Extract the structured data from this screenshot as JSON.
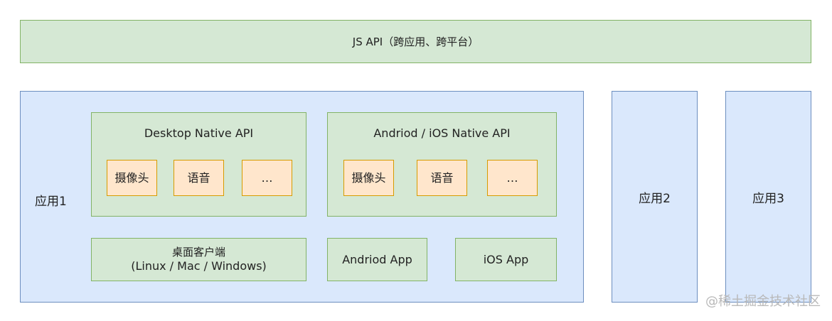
{
  "js_api": {
    "label": "JS API（跨应用、跨平台）"
  },
  "app1": {
    "label": "应用1",
    "desktop_api": {
      "title": "Desktop Native API",
      "items": [
        "摄像头",
        "语音",
        "…"
      ]
    },
    "mobile_api": {
      "title": "Andriod / iOS Native API",
      "items": [
        "摄像头",
        "语音",
        "…"
      ]
    },
    "desktop_client": {
      "line1": "桌面客户端",
      "line2": "(Linux / Mac / Windows)"
    },
    "android_app": {
      "label": "Andriod App"
    },
    "ios_app": {
      "label": "iOS App"
    }
  },
  "app2": {
    "label": "应用2"
  },
  "app3": {
    "label": "应用3"
  },
  "watermark": "@稀土掘金技术社区"
}
